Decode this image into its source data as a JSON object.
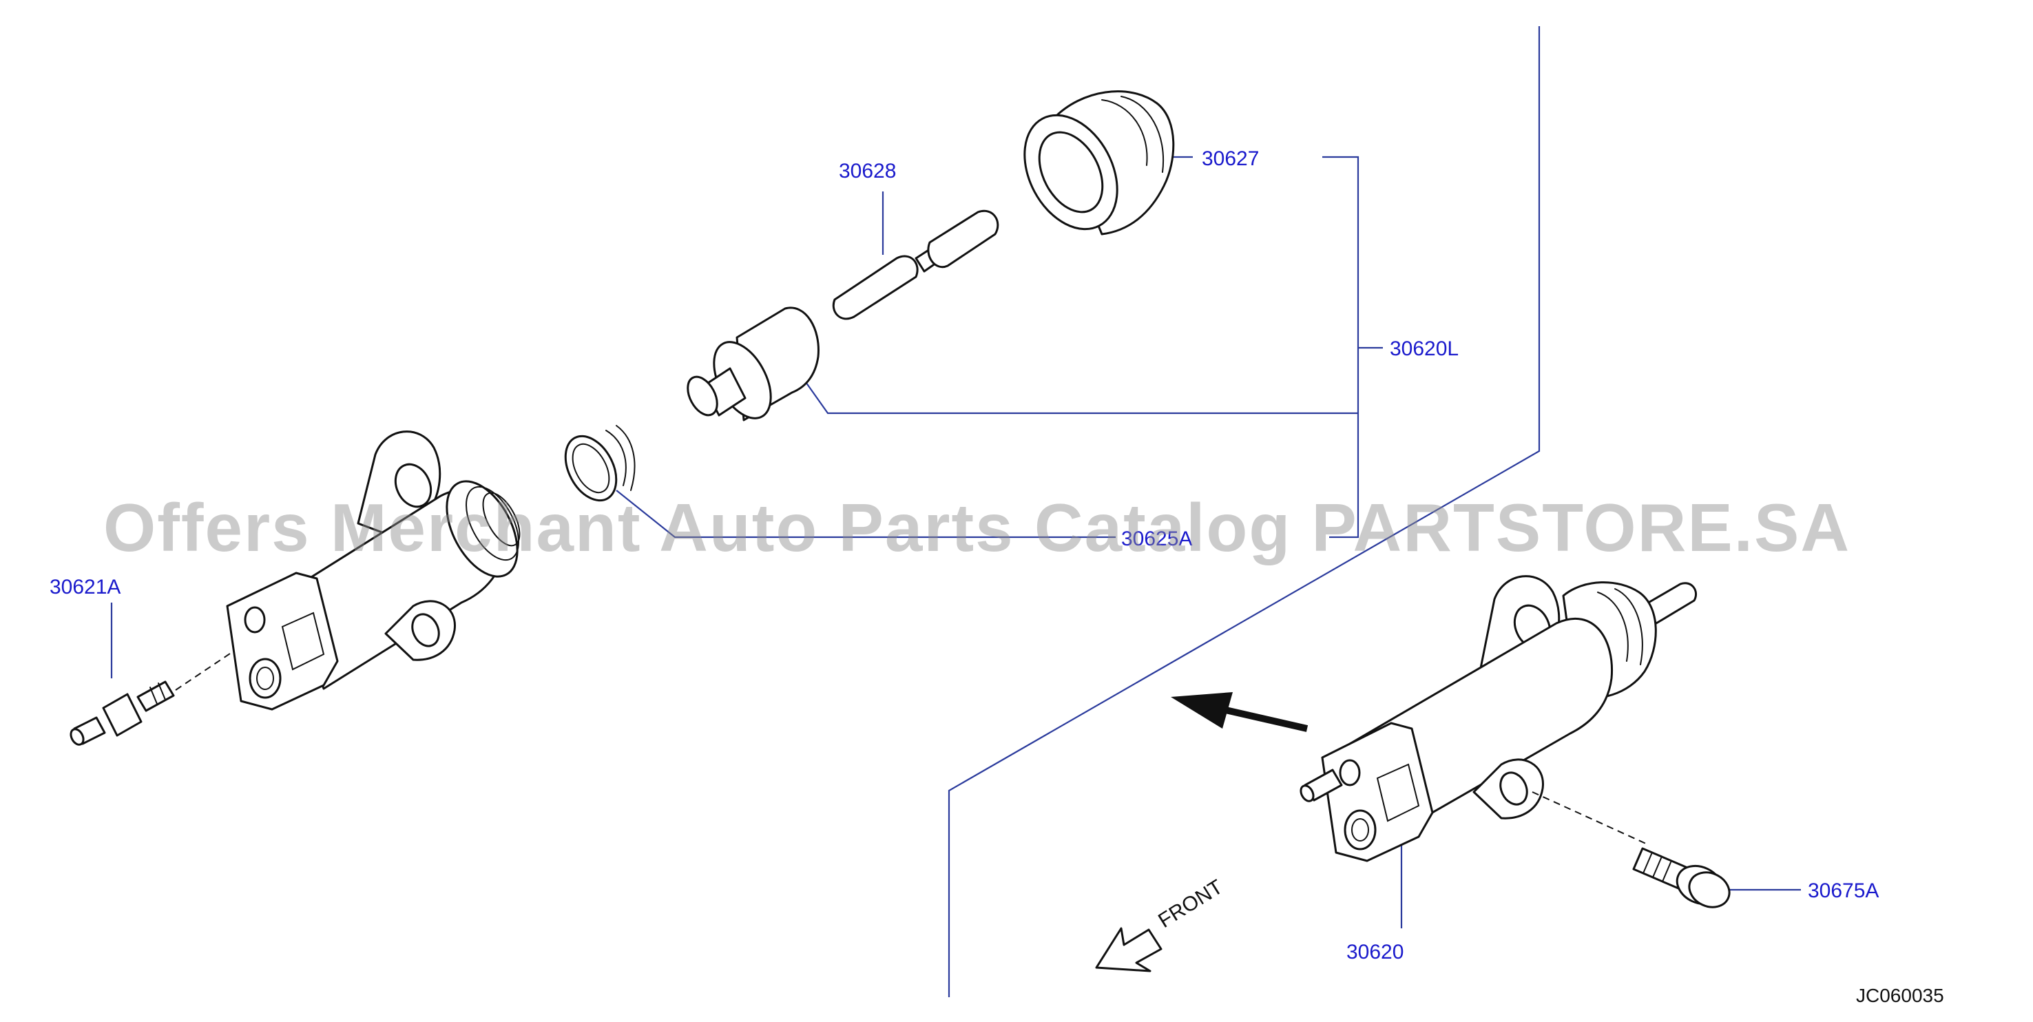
{
  "diagram": {
    "watermark": "Offers Merchant Auto Parts Catalog PARTSTORE.SA",
    "diagram_code": "JC060035",
    "front_label": "FRONT",
    "parts": [
      {
        "id": "30628",
        "label": "30628"
      },
      {
        "id": "30627",
        "label": "30627"
      },
      {
        "id": "30620L",
        "label": "30620L"
      },
      {
        "id": "30625A",
        "label": "30625A"
      },
      {
        "id": "30621A",
        "label": "30621A"
      },
      {
        "id": "30620",
        "label": "30620"
      },
      {
        "id": "30675A",
        "label": "30675A"
      }
    ],
    "colors": {
      "label": "#1a1acc",
      "leader": "#2a3a9c",
      "ink": "#111111"
    }
  }
}
